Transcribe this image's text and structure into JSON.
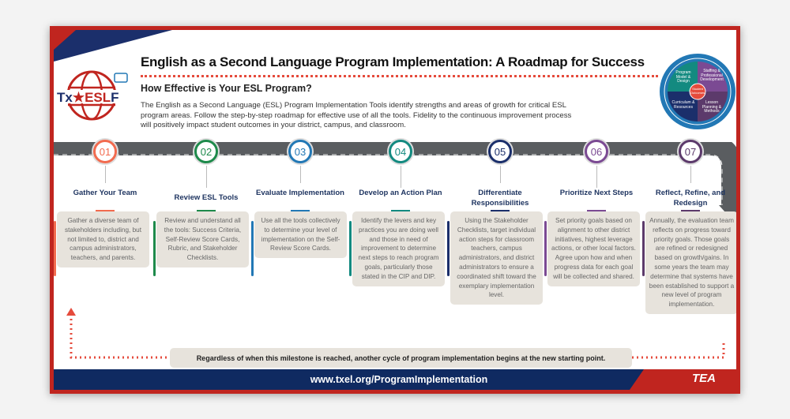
{
  "header": {
    "logo_text": "Tx★ESLF",
    "title": "English as a Second Language Program Implementation: A Roadmap for Success",
    "subtitle": "How Effective is Your ESL Program?",
    "intro": "The English as a Second Language (ESL) Program Implementation Tools identify strengths and areas of growth for critical ESL program areas. Follow the step-by-step roadmap for effective use of all the tools. Fidelity to the continuous improvement process will positively impact student outcomes in your district, campus, and classroom.",
    "wheel": {
      "center": "Student Outcomes",
      "segments": [
        "Program Model & Design",
        "Staffing & Professional Development",
        "Curriculum & Resources",
        "Lesson Planning & Methods"
      ]
    }
  },
  "steps": [
    {
      "num": "01",
      "title": "Gather Your Team",
      "color": "#f26b4f",
      "text": "Gather a diverse team of stakeholders including, but not limited to, district and campus administrators, teachers, and parents."
    },
    {
      "num": "02",
      "title": "Review ESL Tools",
      "color": "#1e8a4b",
      "text": "Review and understand all the tools: Success Criteria, Self-Review Score Cards, Rubric, and Stakeholder Checklists."
    },
    {
      "num": "03",
      "title": "Evaluate Implementation",
      "color": "#2278b5",
      "text": "Use all the tools collectively to determine your level of implementation on the Self-Review Score Cards."
    },
    {
      "num": "04",
      "title": "Develop an Action Plan",
      "color": "#138a80",
      "text": "Identify the levers and key practices you are doing well and those in need of improvement to determine next steps to reach program goals, particularly those stated in the CIP and DIP."
    },
    {
      "num": "05",
      "title": "Differentiate Responsibilities",
      "color": "#1b2f6b",
      "text": "Using the Stakeholder Checklists, target individual action steps for classroom teachers, campus administrators, and district administrators to ensure a coordinated shift toward the exemplary implementation level."
    },
    {
      "num": "06",
      "title": "Prioritize Next Steps",
      "color": "#7b4a93",
      "text": "Set priority goals based on alignment to other district initiatives, highest leverage actions, or other local factors. Agree upon how and when progress data for each goal will be collected and shared."
    },
    {
      "num": "07",
      "title": "Reflect, Refine, and Redesign",
      "color": "#5c3a6b",
      "text": "Annually, the evaluation team reflects on progress toward priority goals. Those goals are refined or redesigned based on growth/gains. In some years the team may determine that systems have been established to support a new level of program implementation."
    }
  ],
  "note": "Regardless of when this milestone is reached, another cycle of program implementation begins at the new starting point.",
  "footer": {
    "url": "www.txel.org/ProgramImplementation",
    "logo": "TEA"
  }
}
